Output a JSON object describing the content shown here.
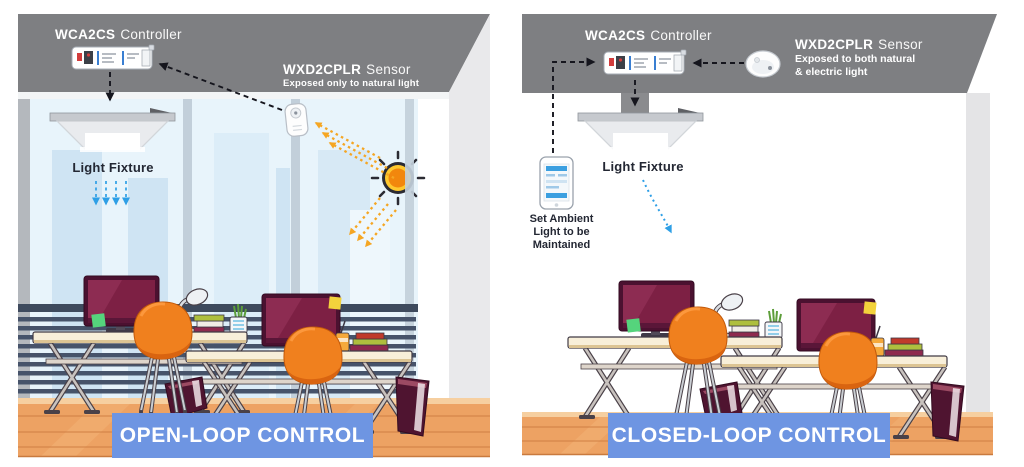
{
  "diagram": {
    "left_panel": {
      "controller_model": "WCA2CS",
      "controller_type": "Controller",
      "sensor_model": "WXD2CPLR",
      "sensor_type": "Sensor",
      "sensor_note": "Exposed only to natural light",
      "fixture_label": "Light Fixture",
      "banner": "OPEN-LOOP CONTROL"
    },
    "right_panel": {
      "controller_model": "WCA2CS",
      "controller_type": "Controller",
      "sensor_model": "WXD2CPLR",
      "sensor_type": "Sensor",
      "sensor_note_line1": "Exposed to both natural",
      "sensor_note_line2": "& electric light",
      "fixture_label": "Light Fixture",
      "phone_caption_line1": "Set Ambient",
      "phone_caption_line2": "Light to be",
      "phone_caption_line3": "Maintained",
      "banner": "CLOSED-LOOP CONTROL"
    },
    "colors": {
      "ceiling_gray": "#7e7f82",
      "banner_blue": "#6e95e2",
      "label_white": "#ffffff",
      "label_dark": "#232733",
      "arrow_black": "#15151d",
      "arrow_blue": "#2e9fe6",
      "ray_orange": "#f5a623",
      "sun_core_orange": "#f2870d",
      "sun_ring_yellow": "#ffc82e",
      "chair_orange": "#f0801e",
      "monitor_maroon": "#7d2044",
      "desk_cream": "#f8efd9",
      "floor_wood": "#eda263",
      "window_glass_blue": "#e8f4fb",
      "blinds_slate": "#46536a"
    }
  }
}
